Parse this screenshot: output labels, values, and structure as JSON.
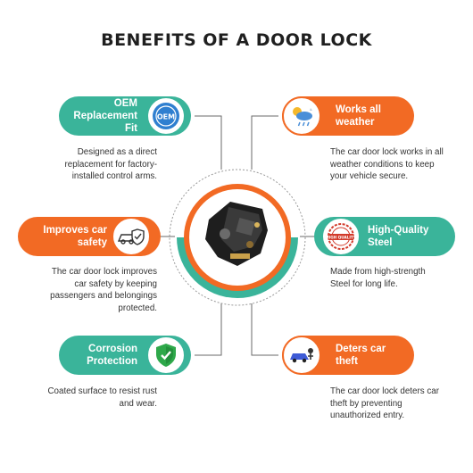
{
  "title": "BENEFITS OF A DOOR LOCK",
  "colors": {
    "teal": "#3ab49a",
    "orange": "#f26a24",
    "line": "#6a6a6a"
  },
  "center": {
    "image": "door-lock-actuator"
  },
  "benefits": {
    "oem": {
      "line1": "OEM",
      "line2": "Replacement Fit",
      "badge_text": "OEM",
      "icon": "oem-seal-icon",
      "desc": [
        "Designed as a direct",
        "replacement for factory-",
        "installed control arms."
      ]
    },
    "weather": {
      "line1": "Works all",
      "line2": "weather",
      "icon": "weather-icon",
      "desc": [
        "The car door lock works in all",
        "weather conditions to keep",
        "your vehicle secure."
      ]
    },
    "safety": {
      "line1": "Improves car",
      "line2": "safety",
      "icon": "car-shield-icon",
      "desc": [
        "The car door lock improves",
        "car safety by keeping",
        "passengers and belongings",
        "protected."
      ]
    },
    "quality": {
      "line1": "High-Quality",
      "line2": "Steel",
      "badge_text": "HIGH QUALITY",
      "icon": "quality-stamp-icon",
      "desc": [
        "Made from high-strength",
        "Steel for long life."
      ]
    },
    "corrosion": {
      "line1": "Corrosion",
      "line2": "Protection",
      "icon": "shield-check-icon",
      "desc": [
        "Coated surface to resist rust",
        "and wear."
      ]
    },
    "theft": {
      "line1": "Deters car",
      "line2": "theft",
      "icon": "car-thief-icon",
      "desc": [
        "The car door lock deters car",
        "theft by preventing",
        "unauthorized entry."
      ]
    }
  }
}
